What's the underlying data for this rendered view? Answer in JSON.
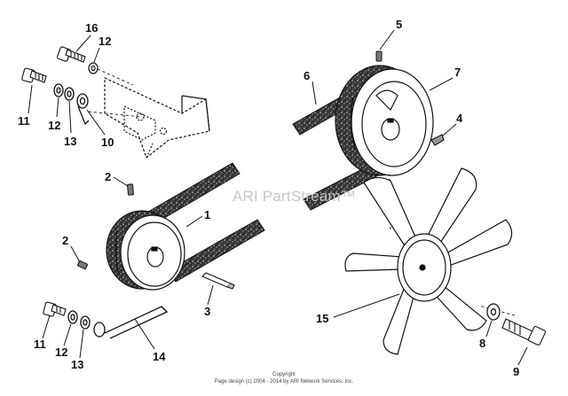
{
  "watermark": "ARI PartStream™",
  "copyright": {
    "line1": "Copyright",
    "line2": "Page design (c) 2004 - 2014 by ARI Network Services, Inc."
  },
  "callouts": {
    "c16": "16",
    "c12a": "12",
    "c11a": "11",
    "c12b": "12",
    "c13a": "13",
    "c10": "10",
    "c2a": "2",
    "c1": "1",
    "c2b": "2",
    "c3": "3",
    "c11b": "11",
    "c12c": "12",
    "c13b": "13",
    "c14": "14",
    "c5": "5",
    "c6": "6",
    "c7": "7",
    "c4": "4",
    "c15": "15",
    "c8": "8",
    "c9": "9"
  },
  "icons": [
    "pulley",
    "v-belt",
    "fan-blade",
    "bolt",
    "washer",
    "key",
    "set-screw",
    "bracket",
    "idler-arm"
  ]
}
